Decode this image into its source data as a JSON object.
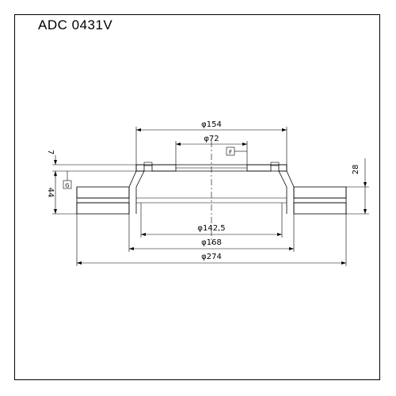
{
  "title": "ADC 0431V",
  "dimensions": {
    "d154": "φ154",
    "d72": "φ72",
    "d142": "φ142,5",
    "d168": "φ168",
    "d274": "φ274",
    "h7": "7",
    "h44": "44",
    "h28": "28"
  },
  "datums": {
    "f": "F",
    "g": "G"
  },
  "colors": {
    "line": "#000000",
    "background": "#ffffff"
  }
}
